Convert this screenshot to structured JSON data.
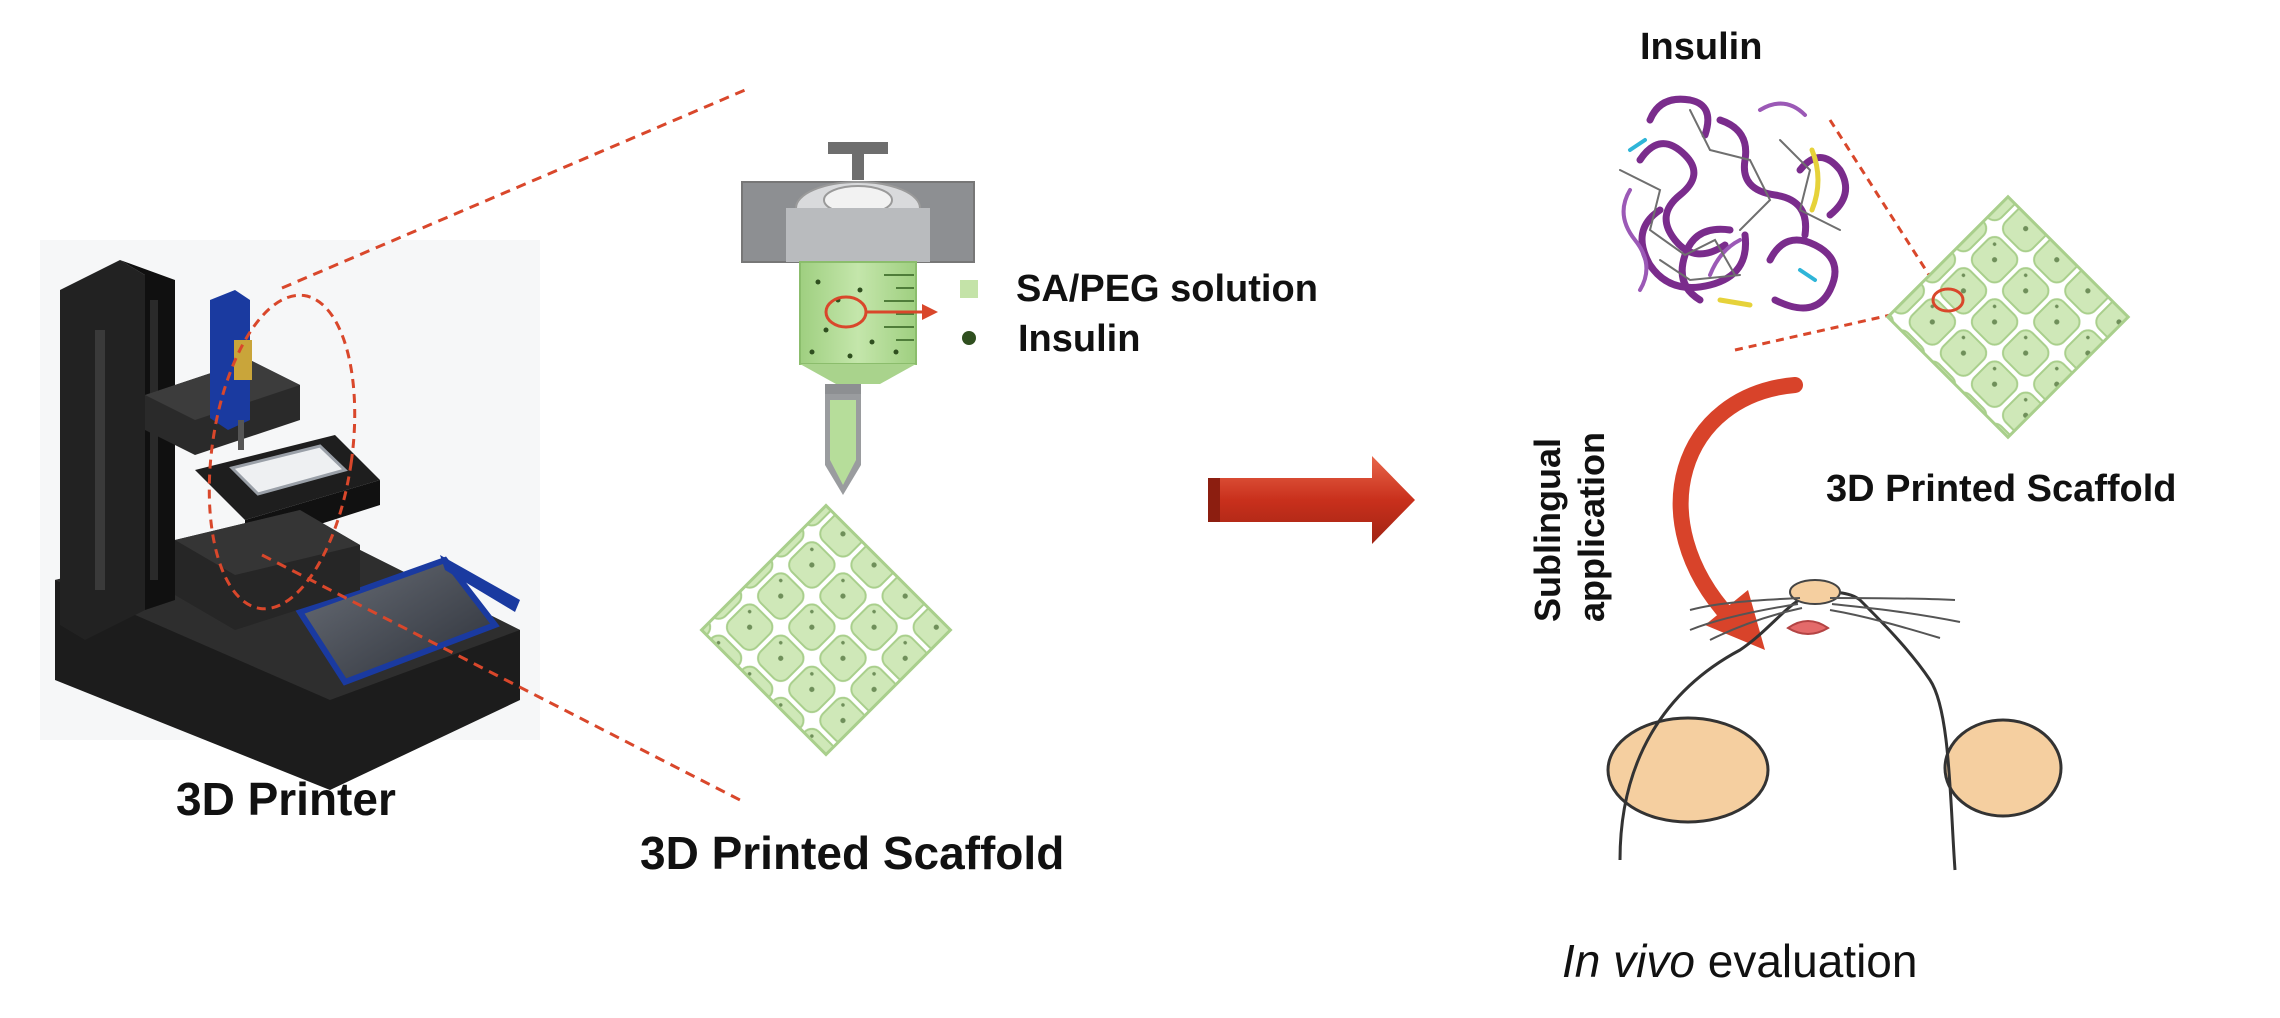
{
  "labels": {
    "printer": "3D Printer",
    "scaffold_center": "3D Printed Scaffold",
    "sa_peg": "SA/PEG solution",
    "insulin_legend": "Insulin",
    "insulin_top": "Insulin",
    "scaffold_right": "3D Printed Scaffold",
    "sublingual_line1": "Sublingual",
    "sublingual_line2": "application",
    "in_vivo_italic": "In vivo",
    "in_vivo_rest": " evaluation"
  },
  "colors": {
    "dashed_line": "#d9472b",
    "scaffold_fill": "#cfe8b8",
    "scaffold_stroke": "#a9cf8c",
    "solution": "#b6dd9a",
    "insulin_dot": "#2f4f1f",
    "arrow_red": "#d8432a",
    "mouse_skin": "#f5cfa0",
    "printer_body": "#1c1c1c",
    "printer_blue": "#1a3aa0",
    "protein_purple": "#7a2c8c"
  }
}
